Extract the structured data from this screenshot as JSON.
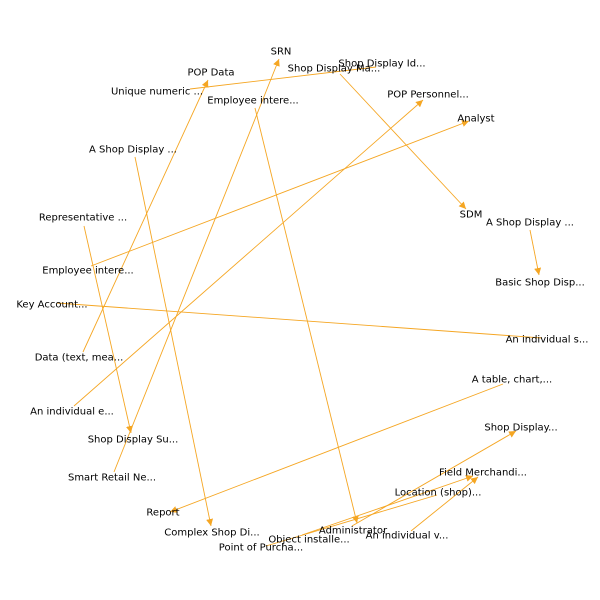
{
  "style": {
    "edge_color": "#f5a623",
    "label_color": "#000000",
    "background": "#ffffff"
  },
  "nodes": [
    {
      "id": "srn",
      "label": "SRN"
    },
    {
      "id": "shop-display-id",
      "label": "Shop Display Id..."
    },
    {
      "id": "pop-data",
      "label": "POP Data"
    },
    {
      "id": "shop-display-ma",
      "label": "Shop Display Ma..."
    },
    {
      "id": "unique-numeric",
      "label": "Unique numeric ..."
    },
    {
      "id": "employee-intere-1",
      "label": "Employee intere..."
    },
    {
      "id": "pop-personnel",
      "label": "POP Personnel..."
    },
    {
      "id": "analyst",
      "label": "Analyst"
    },
    {
      "id": "a-shop-display-1",
      "label": "A Shop Display ..."
    },
    {
      "id": "sdm",
      "label": "SDM"
    },
    {
      "id": "representative",
      "label": "Representative ..."
    },
    {
      "id": "a-shop-display-2",
      "label": "A Shop Display ..."
    },
    {
      "id": "employee-intere-2",
      "label": "Employee intere..."
    },
    {
      "id": "basic-shop-disp",
      "label": "Basic Shop Disp..."
    },
    {
      "id": "key-account",
      "label": "Key Account..."
    },
    {
      "id": "an-individual-s",
      "label": "An individual s..."
    },
    {
      "id": "data-text-mea",
      "label": "Data (text, mea..."
    },
    {
      "id": "a-table-chart",
      "label": "A table, chart,..."
    },
    {
      "id": "an-individual-e",
      "label": "An individual e..."
    },
    {
      "id": "shop-display-dots",
      "label": "Shop Display..."
    },
    {
      "id": "shop-display-su",
      "label": "Shop Display Su..."
    },
    {
      "id": "field-merchandi",
      "label": "Field Merchandi..."
    },
    {
      "id": "smart-retail-ne",
      "label": "Smart Retail Ne..."
    },
    {
      "id": "location-shop",
      "label": "Location (shop)..."
    },
    {
      "id": "report",
      "label": "Report"
    },
    {
      "id": "administrator",
      "label": "Administrator"
    },
    {
      "id": "complex-shop-di",
      "label": "Complex Shop Di..."
    },
    {
      "id": "object-installe",
      "label": "Object installe..."
    },
    {
      "id": "an-individual-v",
      "label": "An individual v..."
    },
    {
      "id": "point-of-purcha",
      "label": "Point of Purcha..."
    }
  ],
  "edges": [
    {
      "from": "unique-numeric",
      "to": "shop-display-ma",
      "arrow": false
    },
    {
      "from": "shop-display-ma",
      "to": "sdm",
      "arrow": true
    },
    {
      "from": "data-text-mea",
      "to": "pop-data",
      "arrow": true
    },
    {
      "from": "employee-intere-1",
      "to": "administrator",
      "arrow": true
    },
    {
      "from": "smart-retail-ne",
      "to": "srn",
      "arrow": true
    },
    {
      "from": "an-individual-e",
      "to": "pop-personnel",
      "arrow": true
    },
    {
      "from": "employee-intere-2",
      "to": "analyst",
      "arrow": true
    },
    {
      "from": "a-shop-display-1",
      "to": "complex-shop-di",
      "arrow": true
    },
    {
      "from": "representative",
      "to": "shop-display-su",
      "arrow": true
    },
    {
      "from": "a-shop-display-2",
      "to": "basic-shop-disp",
      "arrow": true
    },
    {
      "from": "an-individual-s",
      "to": "key-account",
      "arrow": false
    },
    {
      "from": "a-table-chart",
      "to": "report",
      "arrow": true
    },
    {
      "from": "administrator",
      "to": "shop-display-dots",
      "arrow": true
    },
    {
      "from": "object-installe",
      "to": "field-merchandi",
      "arrow": true
    },
    {
      "from": "an-individual-v",
      "to": "field-merchandi",
      "arrow": true
    },
    {
      "from": "point-of-purcha",
      "to": "location-shop",
      "arrow": false
    }
  ]
}
